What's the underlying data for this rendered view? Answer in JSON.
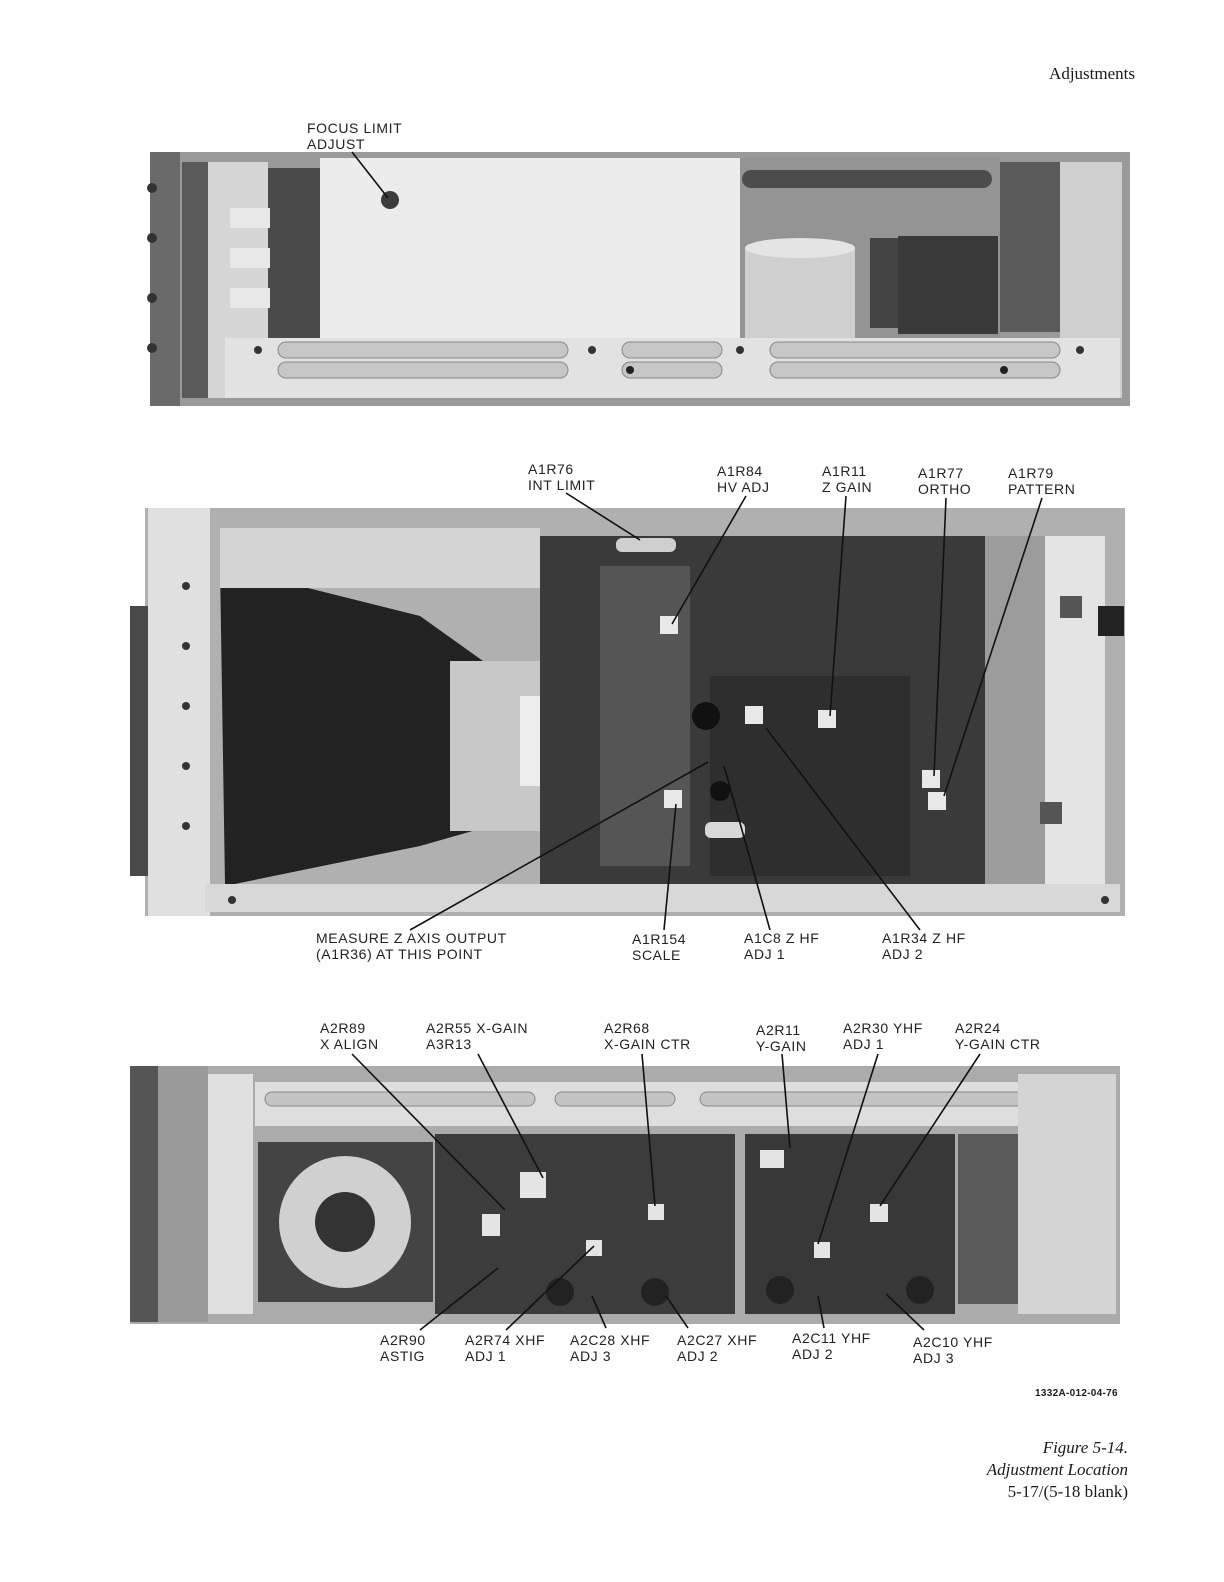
{
  "header": {
    "section": "Adjustments"
  },
  "panel1": {
    "labels": [
      {
        "line1": "FOCUS LIMIT",
        "line2": "ADJUST"
      }
    ]
  },
  "panel2": {
    "top_labels": [
      {
        "line1": "A1R76",
        "line2": "INT LIMIT"
      },
      {
        "line1": "A1R84",
        "line2": "HV ADJ"
      },
      {
        "line1": "A1R11",
        "line2": "Z GAIN"
      },
      {
        "line1": "A1R77",
        "line2": "ORTHO"
      },
      {
        "line1": "A1R79",
        "line2": "PATTERN"
      }
    ],
    "bottom_labels": [
      {
        "line1": "MEASURE Z AXIS OUTPUT",
        "line2": "(A1R36) AT THIS POINT"
      },
      {
        "line1": "A1R154",
        "line2": "SCALE"
      },
      {
        "line1": "A1C8 Z HF",
        "line2": "ADJ 1"
      },
      {
        "line1": "A1R34 Z HF",
        "line2": "ADJ 2"
      }
    ]
  },
  "panel3": {
    "top_labels": [
      {
        "line1": "A2R89",
        "line2": "X ALIGN"
      },
      {
        "line1": "A2R55 X-GAIN",
        "line2": "A3R13"
      },
      {
        "line1": "A2R68",
        "line2": "X-GAIN CTR"
      },
      {
        "line1": "A2R11",
        "line2": "Y-GAIN"
      },
      {
        "line1": "A2R30 YHF",
        "line2": "ADJ 1"
      },
      {
        "line1": "A2R24",
        "line2": "Y-GAIN CTR"
      }
    ],
    "bottom_labels": [
      {
        "line1": "A2R90",
        "line2": "ASTIG"
      },
      {
        "line1": "A2R74 XHF",
        "line2": "ADJ 1"
      },
      {
        "line1": "A2C28 XHF",
        "line2": "ADJ 3"
      },
      {
        "line1": "A2C27 XHF",
        "line2": "ADJ 2"
      },
      {
        "line1": "A2C11 YHF",
        "line2": "ADJ 2"
      },
      {
        "line1": "A2C10 YHF",
        "line2": "ADJ 3"
      }
    ]
  },
  "figure_number": "1332A-012-04-76",
  "caption": {
    "figure": "Figure 5-14.",
    "title": "Adjustment Location",
    "page": "5-17/(5-18 blank)"
  }
}
